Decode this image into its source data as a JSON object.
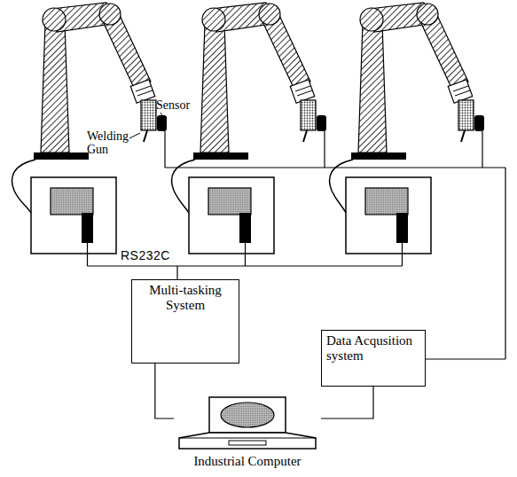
{
  "diagram": {
    "nodes": [
      {
        "text": [
          "Multi-tasking System"
        ]
      },
      {
        "text": [
          "Data Acqusition system"
        ]
      },
      {
        "text": [
          "Industrial Computer"
        ]
      }
    ],
    "edges": [
      {
        "from": 0,
        "to": 2,
        "arrow": "none"
      },
      {
        "from": 1,
        "to": 2,
        "arrow": "none"
      }
    ],
    "labels": [
      "Sensor",
      "Welding Gun",
      "RS232C"
    ]
  }
}
